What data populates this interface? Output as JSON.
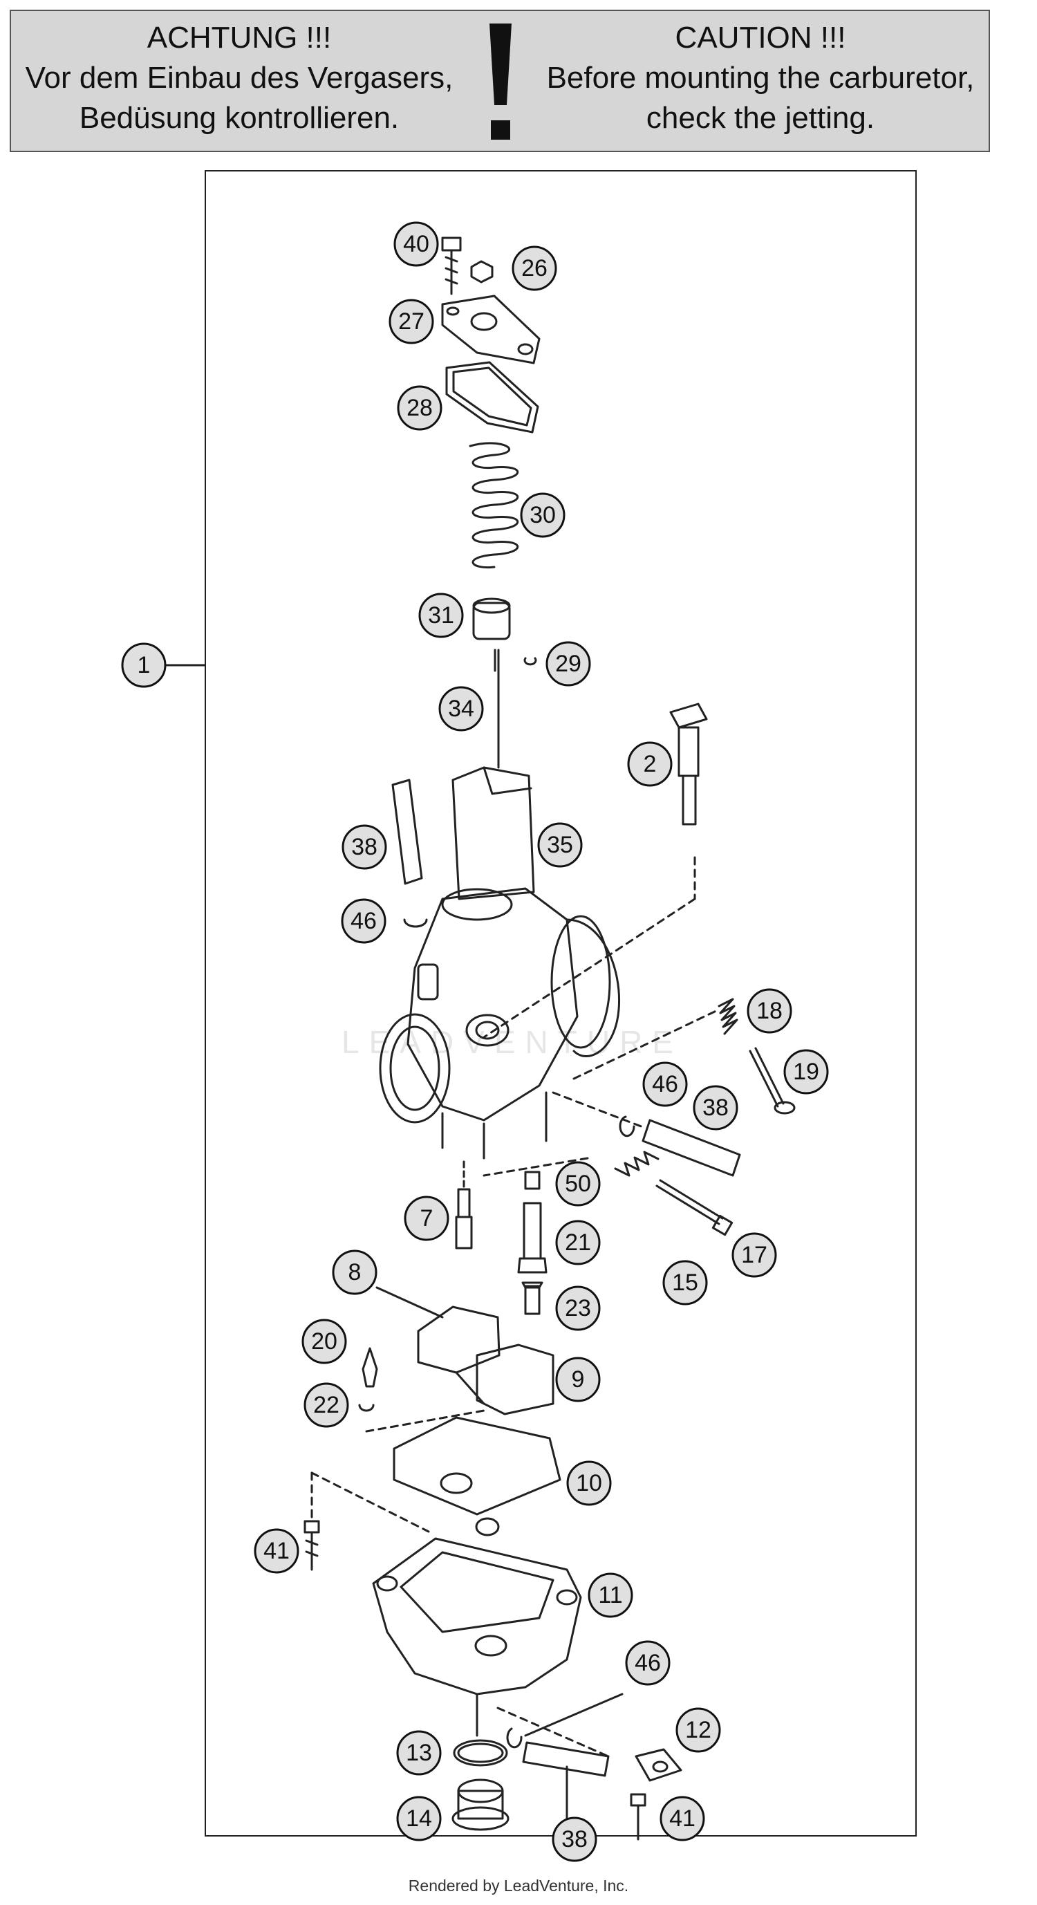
{
  "banner": {
    "de": {
      "title": "ACHTUNG !!!",
      "line1": "Vor dem Einbau des Vergasers,",
      "line2": "Bedüsung kontrollieren."
    },
    "en": {
      "title": "CAUTION !!!",
      "line1": "Before mounting the carburetor,",
      "line2": "check the jetting."
    }
  },
  "callouts": [
    "1",
    "2",
    "7",
    "8",
    "9",
    "10",
    "11",
    "12",
    "13",
    "14",
    "15",
    "17",
    "18",
    "19",
    "20",
    "21",
    "22",
    "23",
    "26",
    "27",
    "28",
    "29",
    "30",
    "31",
    "34",
    "35",
    "38",
    "38",
    "38",
    "40",
    "41",
    "41",
    "46",
    "46",
    "46",
    "50"
  ],
  "watermark": "LEADVENTURE",
  "footer": "Rendered by LeadVenture, Inc."
}
